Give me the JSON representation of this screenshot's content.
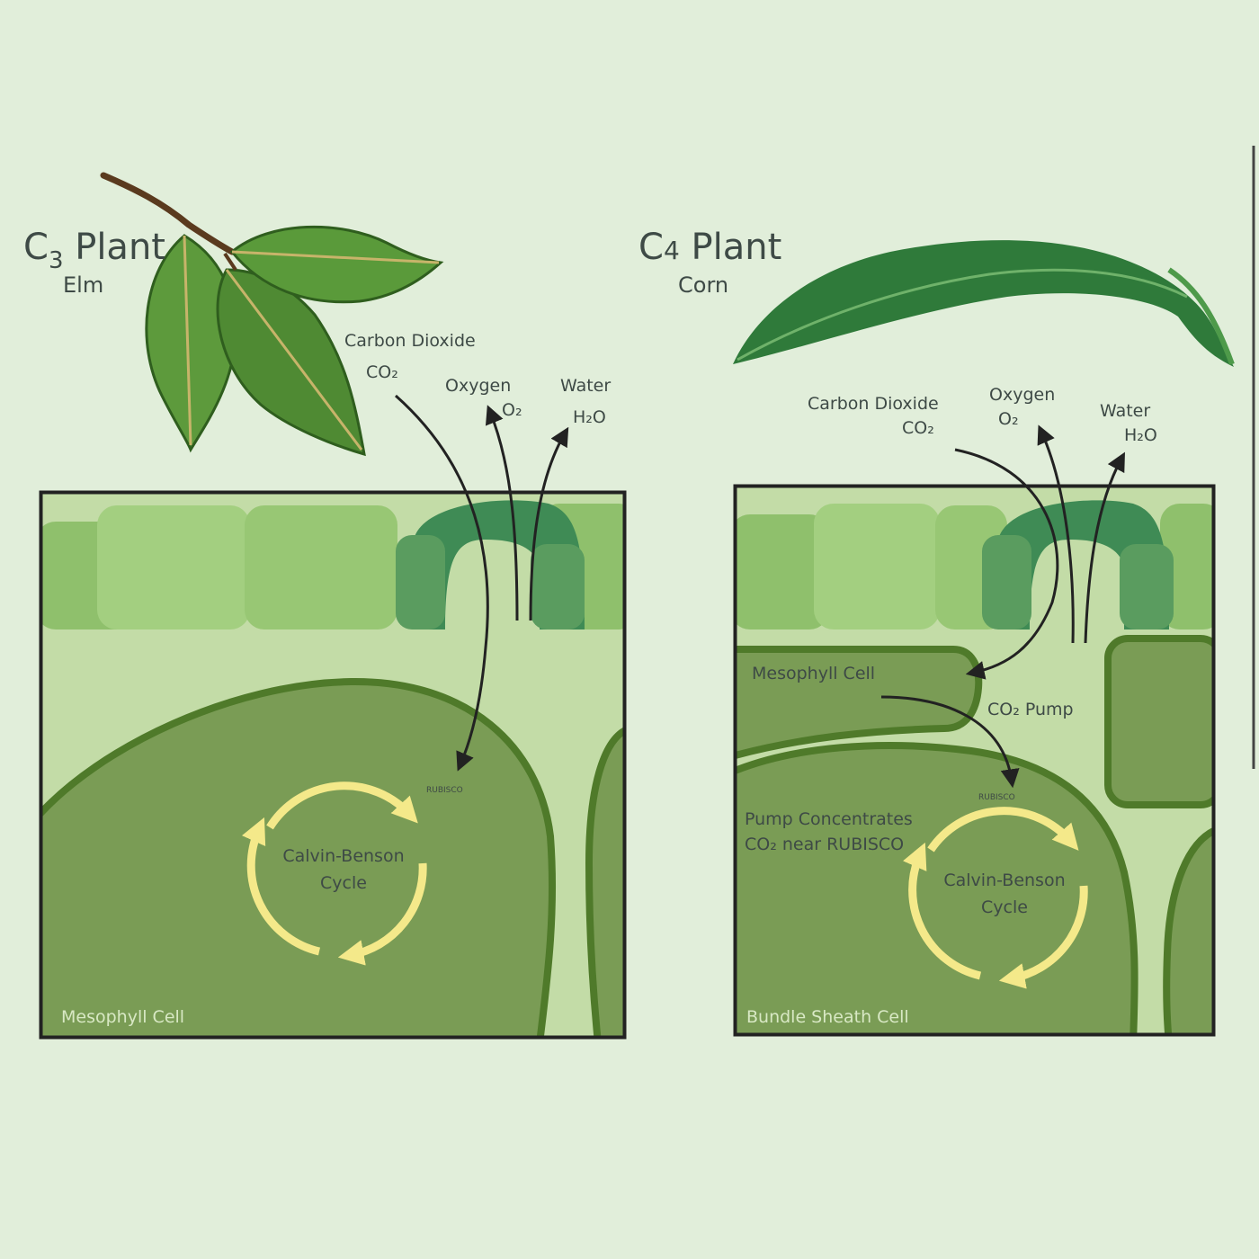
{
  "c3": {
    "title_main": "C",
    "title_sub": "3",
    "title_rest": " Plant",
    "subtitle": "Elm",
    "co2_label": "Carbon Dioxide",
    "co2_formula": "CO₂",
    "o2_label": "Oxygen",
    "o2_formula": "O₂",
    "water_label": "Water",
    "water_formula": "H₂O",
    "rubisco": "RUBISCO",
    "cycle_line1": "Calvin-Benson",
    "cycle_line2": "Cycle",
    "cell_label": "Mesophyll Cell"
  },
  "c4": {
    "title_main": "C",
    "title_sub": "4",
    "title_rest": " Plant",
    "subtitle": "Corn",
    "co2_label": "Carbon Dioxide",
    "co2_formula": "CO₂",
    "o2_label": "Oxygen",
    "o2_formula": "O₂",
    "water_label": "Water",
    "water_formula": "H₂O",
    "mesophyll_label": "Mesophyll Cell",
    "pump_label": "CO₂ Pump",
    "rubisco": "RUBISCO",
    "pump_note_line1": "Pump Concentrates",
    "pump_note_line2": "CO₂ near RUBISCO",
    "cycle_line1": "Calvin-Benson",
    "cycle_line2": "Cycle",
    "cell_label": "Bundle Sheath Cell"
  },
  "colors": {
    "background": "#e1eeda",
    "cell_dark": "#7a9c55",
    "cell_outline": "#4f7a2a",
    "epidermis": "#8fc06c",
    "stoma": "#3f8b55",
    "interstitial": "#c3dca7",
    "cycle_arrow": "#f4e98a"
  }
}
